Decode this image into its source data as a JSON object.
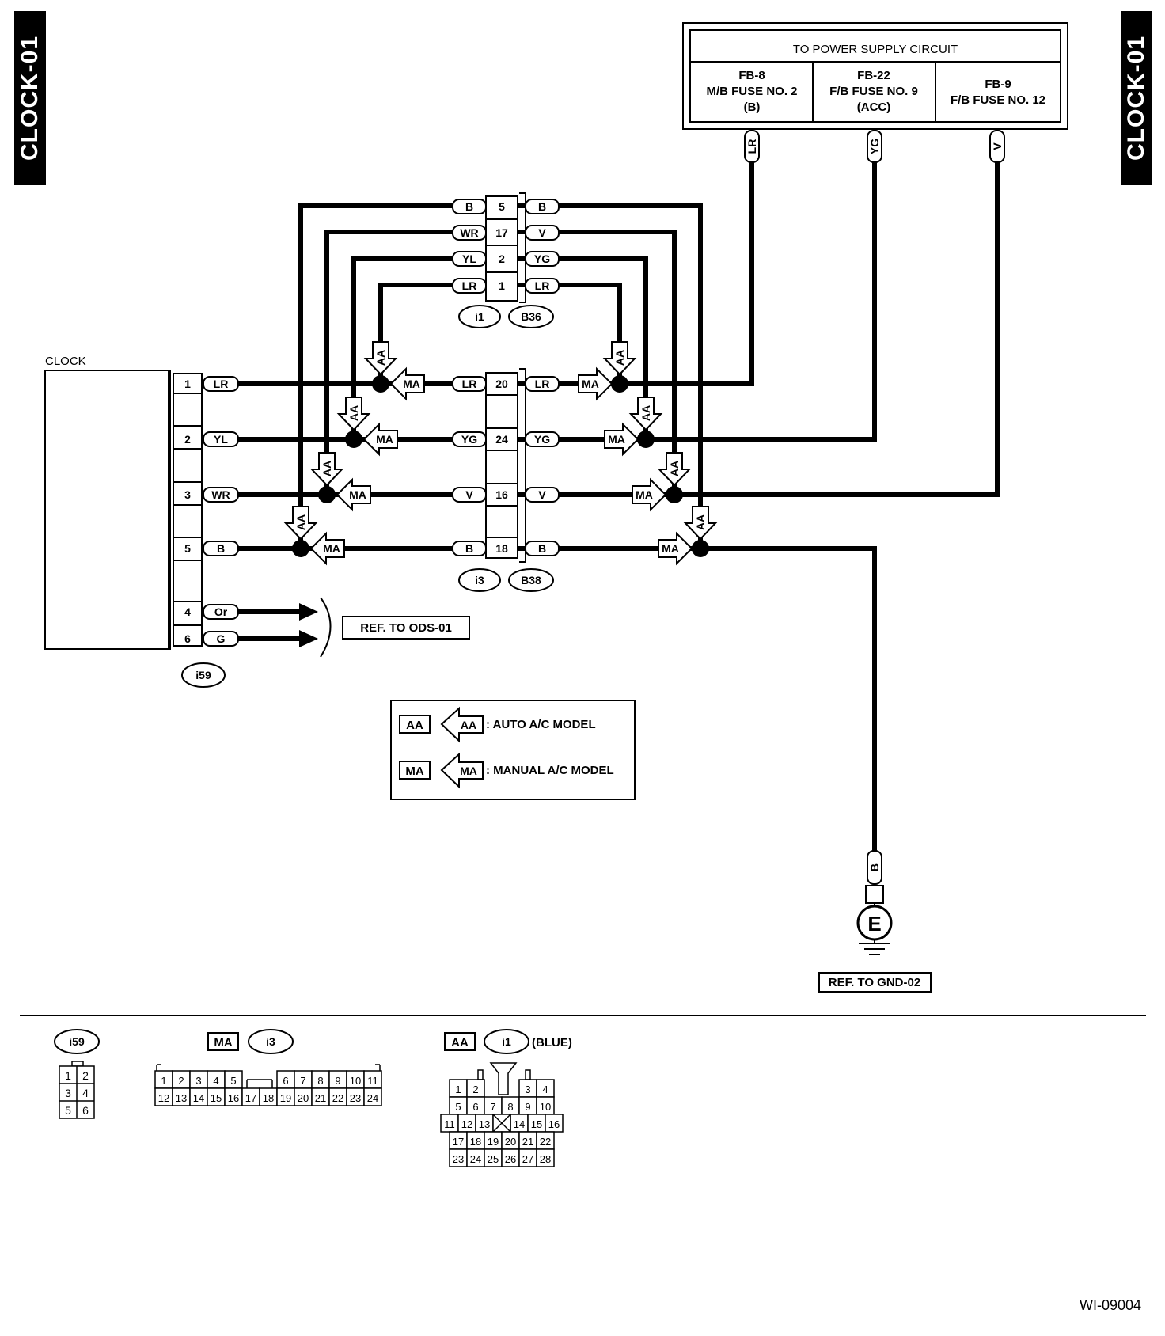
{
  "page": {
    "tab_left": "CLOCK-01",
    "tab_right": "CLOCK-01",
    "doc_code": "WI-09004"
  },
  "power_supply": {
    "title": "TO POWER SUPPLY CIRCUIT",
    "fuses": [
      {
        "l1": "FB-8",
        "l2": "M/B FUSE NO. 2",
        "l3": "(B)",
        "wire": "LR"
      },
      {
        "l1": "FB-22",
        "l2": "F/B FUSE NO. 9",
        "l3": "(ACC)",
        "wire": "YG"
      },
      {
        "l1": "FB-9",
        "l2": "F/B FUSE NO. 12",
        "l3": "",
        "wire": "V"
      }
    ]
  },
  "clock": {
    "label": "CLOCK",
    "connector": "i59",
    "pins": [
      {
        "pin": "1",
        "wire": "LR"
      },
      {
        "pin": "2",
        "wire": "YL"
      },
      {
        "pin": "3",
        "wire": "WR"
      },
      {
        "pin": "5",
        "wire": "B"
      },
      {
        "pin": "4",
        "wire": "Or"
      },
      {
        "pin": "6",
        "wire": "G"
      }
    ],
    "ref_ods": "REF. TO ODS-01"
  },
  "upper_connector": {
    "left_id": "i1",
    "right_id": "B36",
    "rows": [
      {
        "left": "B",
        "pin": "5",
        "right": "B"
      },
      {
        "left": "WR",
        "pin": "17",
        "right": "V"
      },
      {
        "left": "YL",
        "pin": "2",
        "right": "YG"
      },
      {
        "left": "LR",
        "pin": "1",
        "right": "LR"
      }
    ]
  },
  "lower_connector": {
    "left_id": "i3",
    "right_id": "B38",
    "rows": [
      {
        "left": "LR",
        "pin": "20",
        "right": "LR"
      },
      {
        "left": "YG",
        "pin": "24",
        "right": "YG"
      },
      {
        "left": "V",
        "pin": "16",
        "right": "V"
      },
      {
        "left": "B",
        "pin": "18",
        "right": "B"
      }
    ]
  },
  "markers": {
    "aa": "AA",
    "ma": "MA"
  },
  "legend": {
    "aa_code": "AA",
    "aa_text": ": AUTO A/C MODEL",
    "ma_code": "MA",
    "ma_text": ": MANUAL A/C MODEL"
  },
  "ground": {
    "wire": "B",
    "symbol": "E",
    "ref": "REF. TO GND-02"
  },
  "connector_views": {
    "i59": {
      "id": "i59",
      "pins": [
        [
          "1",
          "2"
        ],
        [
          "3",
          "4"
        ],
        [
          "5",
          "6"
        ]
      ]
    },
    "i3": {
      "model": "MA",
      "id": "i3",
      "top": [
        "1",
        "2",
        "3",
        "4",
        "5",
        "6",
        "7",
        "8",
        "9",
        "10",
        "11"
      ],
      "bottom": [
        "12",
        "13",
        "14",
        "15",
        "16",
        "17",
        "18",
        "19",
        "20",
        "21",
        "22",
        "23",
        "24"
      ]
    },
    "i1": {
      "model": "AA",
      "id": "i1",
      "note": "(BLUE)",
      "rows": [
        [
          "1",
          "2",
          "3",
          "4"
        ],
        [
          "5",
          "6",
          "7",
          "8",
          "9",
          "10"
        ],
        [
          "11",
          "12",
          "13",
          "14",
          "15",
          "16"
        ],
        [
          "17",
          "18",
          "19",
          "20",
          "21",
          "22"
        ],
        [
          "23",
          "24",
          "25",
          "26",
          "27",
          "28"
        ]
      ]
    }
  }
}
